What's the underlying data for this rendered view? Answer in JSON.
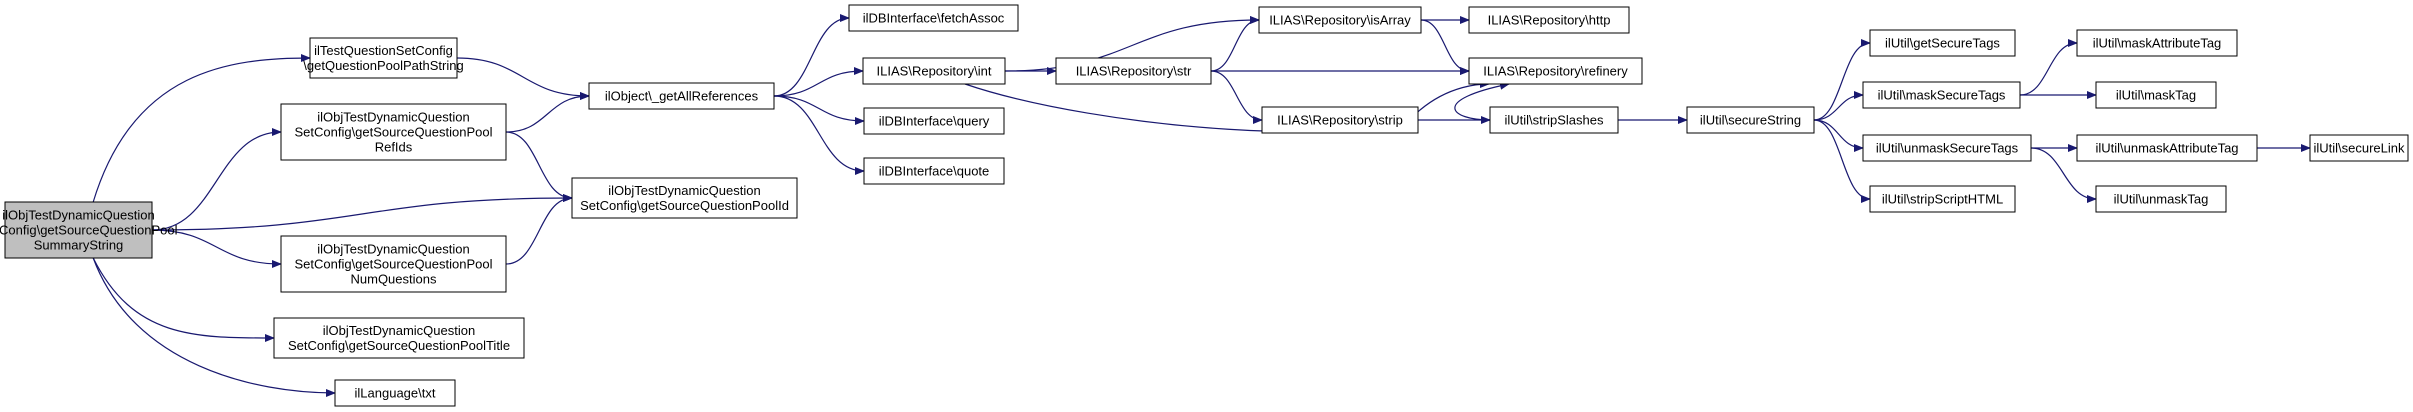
{
  "colors": {
    "edge": "#191970",
    "node_fill": "#ffffff",
    "root_fill": "#bfbfbf",
    "node_stroke": "#000000"
  },
  "nodes": {
    "root": {
      "lines": [
        "ilObjTestDynamicQuestion",
        "SetConfig\\getSourceQuestionPool",
        "SummaryString"
      ]
    },
    "testqsc": {
      "lines": [
        "ilTestQuestionSetConfig",
        "\\getQuestionPoolPathString"
      ]
    },
    "refids": {
      "lines": [
        "ilObjTestDynamicQuestion",
        "SetConfig\\getSourceQuestionPool",
        "RefIds"
      ]
    },
    "poolid": {
      "lines": [
        "ilObjTestDynamicQuestion",
        "SetConfig\\getSourceQuestionPoolId"
      ]
    },
    "numq": {
      "lines": [
        "ilObjTestDynamicQuestion",
        "SetConfig\\getSourceQuestionPool",
        "NumQuestions"
      ]
    },
    "title": {
      "lines": [
        "ilObjTestDynamicQuestion",
        "SetConfig\\getSourceQuestionPoolTitle"
      ]
    },
    "lang": {
      "lines": [
        "ilLanguage\\txt"
      ]
    },
    "allrefs": {
      "lines": [
        "ilObject\\_getAllReferences"
      ]
    },
    "fetch": {
      "lines": [
        "ilDBInterface\\fetchAssoc"
      ]
    },
    "int": {
      "lines": [
        "ILIAS\\Repository\\int"
      ]
    },
    "query": {
      "lines": [
        "ilDBInterface\\query"
      ]
    },
    "quote": {
      "lines": [
        "ilDBInterface\\quote"
      ]
    },
    "isarray": {
      "lines": [
        "ILIAS\\Repository\\isArray"
      ]
    },
    "str": {
      "lines": [
        "ILIAS\\Repository\\str"
      ]
    },
    "strip": {
      "lines": [
        "ILIAS\\Repository\\strip"
      ]
    },
    "http": {
      "lines": [
        "ILIAS\\Repository\\http"
      ]
    },
    "refinery": {
      "lines": [
        "ILIAS\\Repository\\refinery"
      ]
    },
    "stripslashes": {
      "lines": [
        "ilUtil\\stripSlashes"
      ]
    },
    "securestring": {
      "lines": [
        "ilUtil\\secureString"
      ]
    },
    "getsecure": {
      "lines": [
        "ilUtil\\getSecureTags"
      ]
    },
    "masksecure": {
      "lines": [
        "ilUtil\\maskSecureTags"
      ]
    },
    "unmasksecure": {
      "lines": [
        "ilUtil\\unmaskSecureTags"
      ]
    },
    "stripscript": {
      "lines": [
        "ilUtil\\stripScriptHTML"
      ]
    },
    "maskattr": {
      "lines": [
        "ilUtil\\maskAttributeTag"
      ]
    },
    "masktag": {
      "lines": [
        "ilUtil\\maskTag"
      ]
    },
    "unmaskattr": {
      "lines": [
        "ilUtil\\unmaskAttributeTag"
      ]
    },
    "unmasktag": {
      "lines": [
        "ilUtil\\unmaskTag"
      ]
    },
    "securelink": {
      "lines": [
        "ilUtil\\secureLink"
      ]
    }
  },
  "edges": [
    [
      "root",
      "testqsc"
    ],
    [
      "root",
      "refids"
    ],
    [
      "root",
      "poolid"
    ],
    [
      "root",
      "numq"
    ],
    [
      "root",
      "title"
    ],
    [
      "root",
      "lang"
    ],
    [
      "testqsc",
      "allrefs"
    ],
    [
      "refids",
      "allrefs"
    ],
    [
      "refids",
      "poolid"
    ],
    [
      "numq",
      "poolid"
    ],
    [
      "allrefs",
      "fetch"
    ],
    [
      "allrefs",
      "int"
    ],
    [
      "allrefs",
      "query"
    ],
    [
      "allrefs",
      "quote"
    ],
    [
      "int",
      "isarray"
    ],
    [
      "int",
      "str"
    ],
    [
      "int",
      "refinery"
    ],
    [
      "isarray",
      "http"
    ],
    [
      "isarray",
      "refinery"
    ],
    [
      "str",
      "isarray"
    ],
    [
      "str",
      "refinery"
    ],
    [
      "str",
      "strip"
    ],
    [
      "strip",
      "stripslashes"
    ],
    [
      "stripslashes",
      "refinery"
    ],
    [
      "stripslashes",
      "securestring"
    ],
    [
      "securestring",
      "getsecure"
    ],
    [
      "securestring",
      "masksecure"
    ],
    [
      "securestring",
      "unmasksecure"
    ],
    [
      "securestring",
      "stripscript"
    ],
    [
      "masksecure",
      "maskattr"
    ],
    [
      "masksecure",
      "masktag"
    ],
    [
      "unmasksecure",
      "unmaskattr"
    ],
    [
      "unmasksecure",
      "unmasktag"
    ],
    [
      "unmaskattr",
      "securelink"
    ]
  ]
}
